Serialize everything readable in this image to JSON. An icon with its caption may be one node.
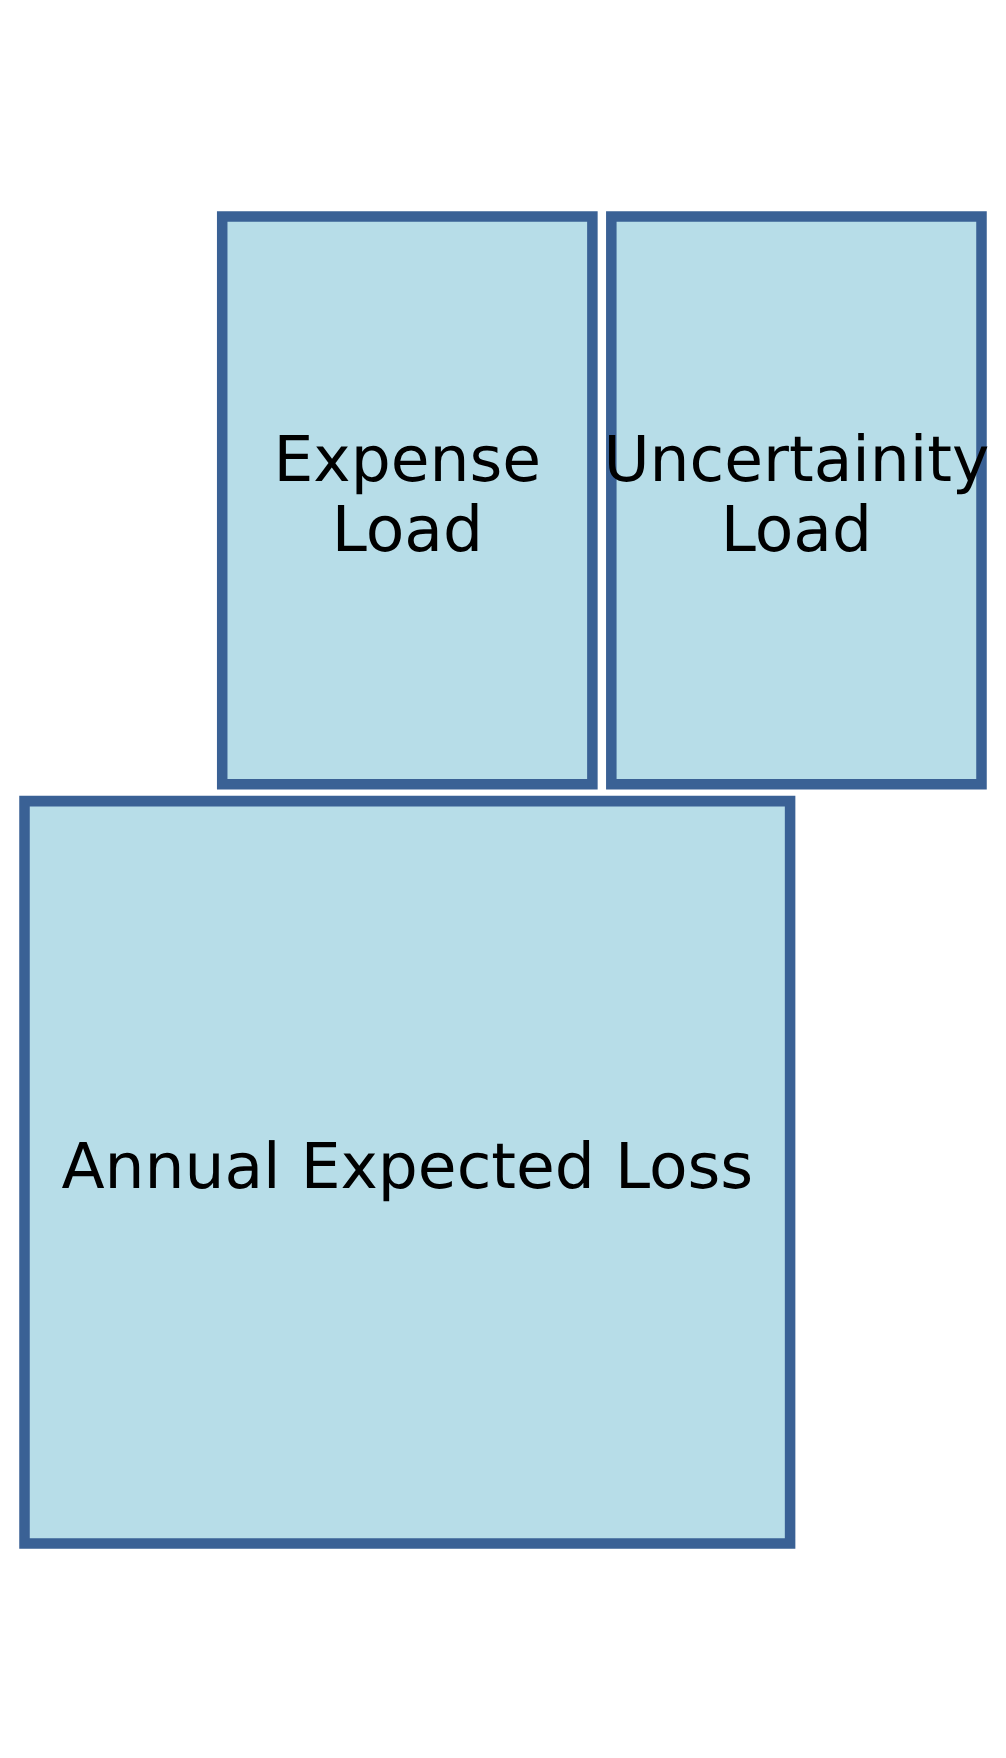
{
  "diagram": {
    "nodes": [
      {
        "text": [
          "Expense Load"
        ]
      },
      {
        "text": [
          "Uncertainity Load"
        ]
      },
      {
        "text": [
          "Annual Expected Loss"
        ]
      }
    ]
  }
}
